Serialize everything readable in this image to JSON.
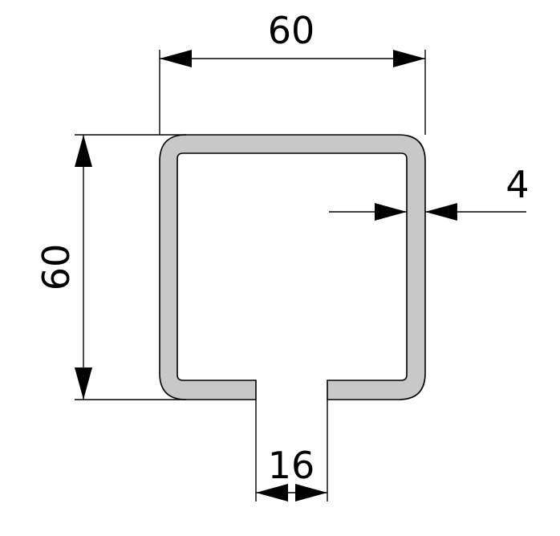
{
  "dimensions": {
    "width": "60",
    "height": "60",
    "wall_thickness": "4",
    "slot_width": "16"
  },
  "colors": {
    "profile_fill": "#c8c8c8",
    "profile_stroke": "#000000",
    "background": "#ffffff"
  }
}
